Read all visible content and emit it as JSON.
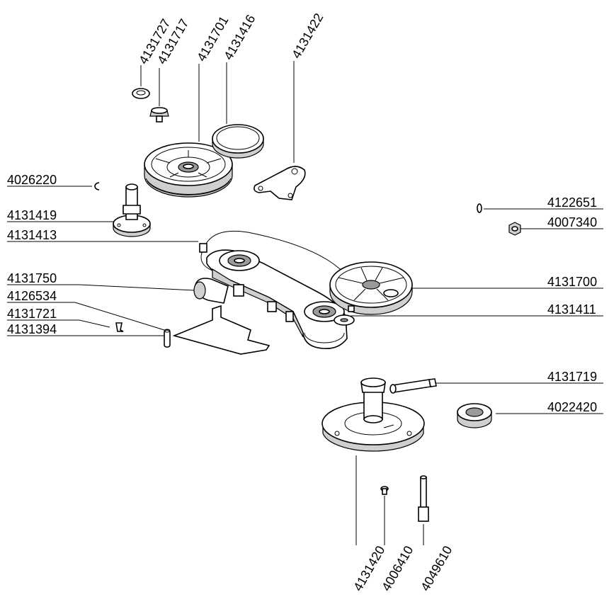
{
  "diagram": {
    "type": "exploded-parts-diagram",
    "part_numbers": {
      "p4131727": "4131727",
      "p4131717": "4131717",
      "p4131701": "4131701",
      "p4131416": "4131416",
      "p4131422": "4131422",
      "p4026220": "4026220",
      "p4131419": "4131419",
      "p4131413": "4131413",
      "p4131750": "4131750",
      "p4126534": "4126534",
      "p4131721": "4131721",
      "p4131394": "4131394",
      "p4122651": "4122651",
      "p4007340": "4007340",
      "p4131700": "4131700",
      "p4131411": "4131411",
      "p4131719": "4131719",
      "p4022420": "4022420",
      "p4131420": "4131420",
      "p4006410": "4006410",
      "p4049610": "4049610"
    }
  }
}
